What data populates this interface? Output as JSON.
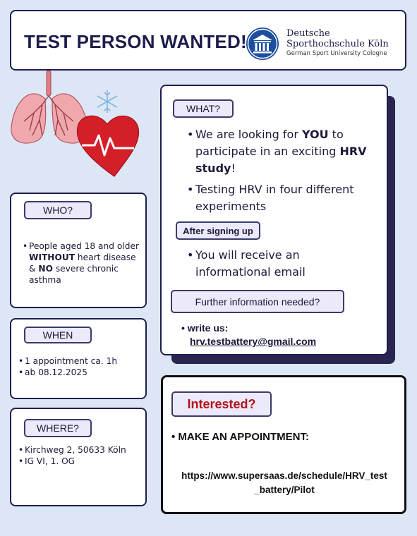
{
  "header": {
    "title": "TEST PERSON WANTED!",
    "university_line1": "Deutsche",
    "university_line2": "Sporthochschule Köln",
    "university_line3": "German Sport University Cologne"
  },
  "who": {
    "heading": "WHO?",
    "lines": [
      {
        "pre": "People aged 18 and older ",
        "b1": "WITHOUT",
        "mid": " heart disease & ",
        "b2": "NO",
        "post": " severe chronic asthma"
      }
    ]
  },
  "when": {
    "heading": "WHEN",
    "items": [
      "1 appointment ca. 1h",
      "ab 08.12.2025"
    ]
  },
  "where": {
    "heading": "WHERE?",
    "items": [
      "Kirchweg 2, 50633 Köln",
      "IG VI, 1. OG"
    ]
  },
  "what": {
    "heading": "WHAT?",
    "item1": {
      "pre": "We are looking for ",
      "b1": "YOU",
      "mid": " to participate in an exciting ",
      "b2": "HRV study",
      "post": "!"
    },
    "item2": "Testing HRV in four different experiments",
    "after_heading": "After signing up",
    "after_item": "You will receive an informational email",
    "info_heading": "Further information needed?",
    "write_label": "write us:",
    "email": "hrv.testbattery@gmail.com"
  },
  "interested": {
    "heading": "Interested?",
    "cta": "MAKE AN APPOINTMENT:",
    "url_line1": "https://www.supersaas.de/schedule/HRV_test",
    "url_line2": "_battery/Pilot"
  },
  "colors": {
    "background": "#dde6f5",
    "navy": "#1c1c4c",
    "accent_red": "#b3121a",
    "pill_fill": "#eceafa"
  }
}
